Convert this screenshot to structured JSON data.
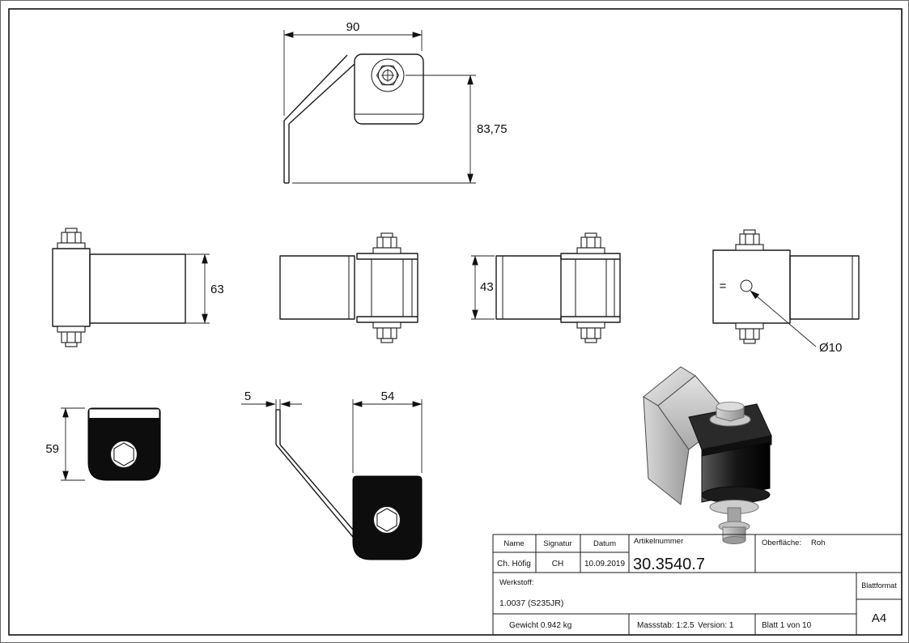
{
  "sheet": {
    "background": "#ffffff",
    "line_color": "#1a1a1a"
  },
  "dimensions": {
    "bracket_offset": "90",
    "pivot_height": "83,75",
    "flag_height": "63",
    "tube_height": "43",
    "hole_diameter": "Ø10",
    "plate_thickness": "5",
    "bracket_width": "54",
    "bracket_height": "59",
    "symmetry_mark": "="
  },
  "title_block": {
    "name_header": "Name",
    "signatur_header": "Signatur",
    "datum_header": "Datum",
    "name": "Ch. Höfig",
    "signatur": "CH",
    "datum": "10.09.2019",
    "artikelnummer_label": "Artikelnummer",
    "artikelnummer": "30.3540.7",
    "oberflaeche_label": "Oberfläche:",
    "oberflaeche": "Roh",
    "werkstoff_label": "Werkstoff:",
    "werkstoff": "1.0037 (S235JR)",
    "blattformat_label": "Blattformat",
    "blattformat": "A4",
    "gewicht": "Gewicht 0.942 kg",
    "massstab": "Massstab: 1:2.5",
    "version": "Version: 1",
    "blatt": "Blatt 1 von 10"
  }
}
